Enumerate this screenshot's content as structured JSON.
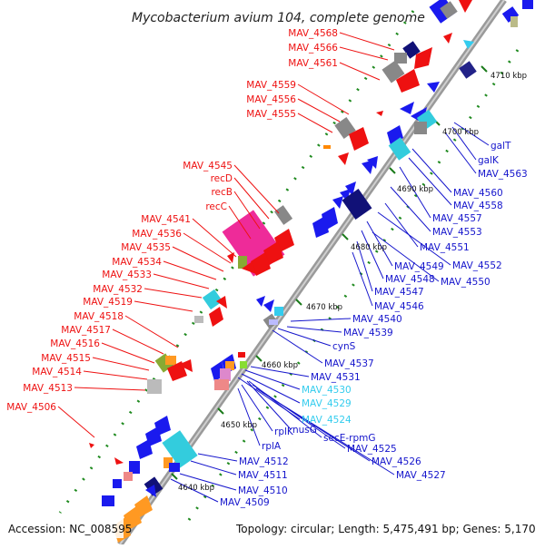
{
  "title": "Mycobacterium avium 104, complete genome",
  "footer": {
    "accession": "Accession: NC_008595",
    "topology": "Topology: circular; Length: 5,475,491 bp; Genes: 5,170"
  },
  "colors": {
    "forward_label": "#ee1111",
    "reverse_label": "#1515cc",
    "rna_label": "#33ccee",
    "backbone": "#888888"
  },
  "kbp_marks": [
    "4640 kbp",
    "4650 kbp",
    "4660 kbp",
    "4670 kbp",
    "4680 kbp",
    "4690 kbp",
    "4700 kbp",
    "4710 kbp"
  ],
  "left_labels": [
    "MAV_4568",
    "MAV_4566",
    "MAV_4561",
    "MAV_4559",
    "MAV_4556",
    "MAV_4555",
    "MAV_4545",
    "recD",
    "recB",
    "recC",
    "MAV_4541",
    "MAV_4536",
    "MAV_4535",
    "MAV_4534",
    "MAV_4533",
    "MAV_4532",
    "MAV_4519",
    "MAV_4518",
    "MAV_4517",
    "MAV_4516",
    "MAV_4515",
    "MAV_4514",
    "MAV_4513",
    "MAV_4506"
  ],
  "right_labels": [
    "galT",
    "galK",
    "MAV_4563",
    "MAV_4560",
    "MAV_4558",
    "MAV_4557",
    "MAV_4553",
    "MAV_4551",
    "MAV_4552",
    "MAV_4549",
    "MAV_4548",
    "MAV_4550",
    "MAV_4547",
    "MAV_4546",
    "MAV_4540",
    "MAV_4539",
    "cynS",
    "MAV_4537",
    "MAV_4531",
    "MAV_4530",
    "MAV_4529",
    "MAV_4524",
    "secE-rpmG",
    "MAV_4525",
    "MAV_4526",
    "MAV_4527",
    "nusG",
    "rplK",
    "rplA",
    "MAV_4512",
    "MAV_4511",
    "MAV_4510",
    "MAV_4509"
  ]
}
